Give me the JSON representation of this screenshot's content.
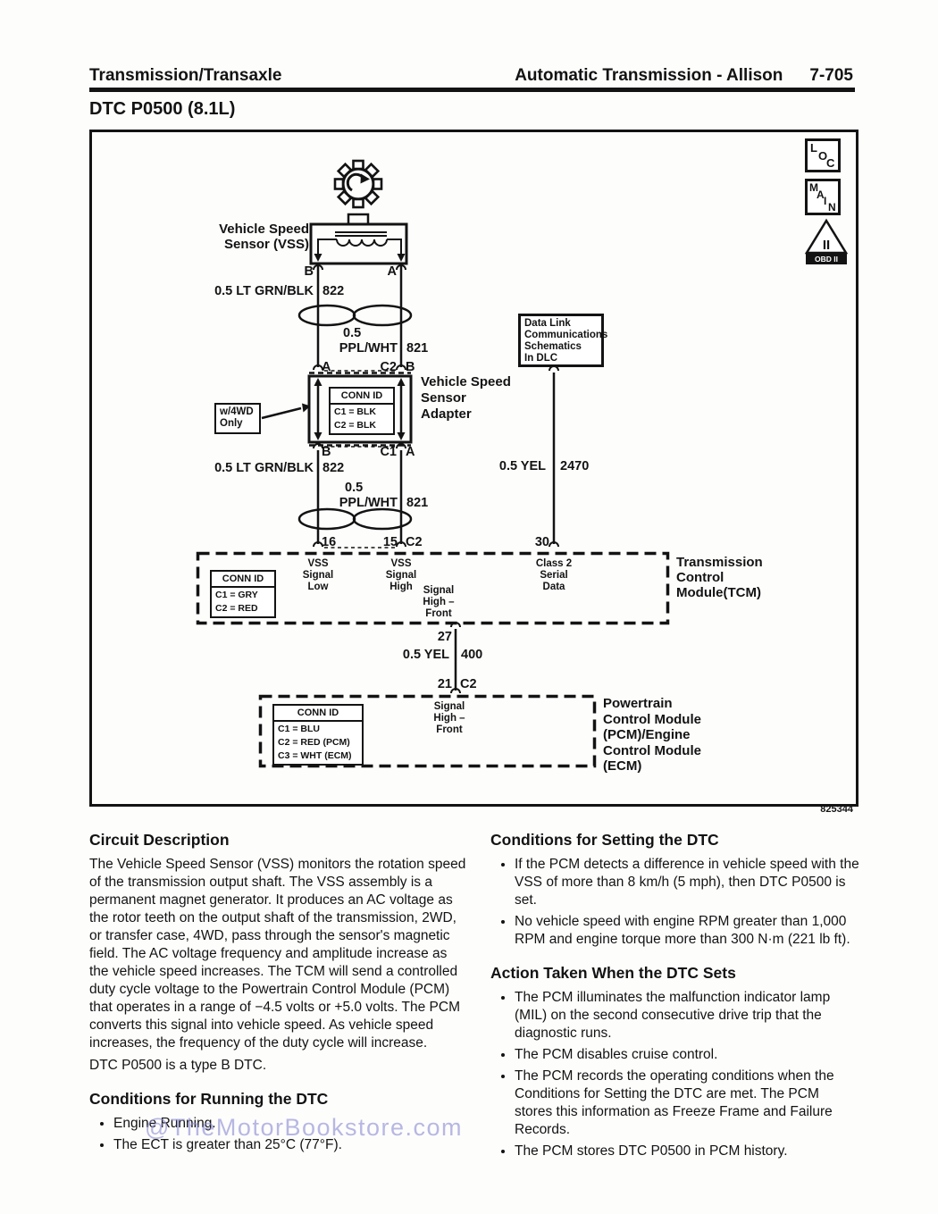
{
  "header": {
    "left": "Transmission/Transaxle",
    "right": "Automatic Transmission - Allison",
    "page": "7-705"
  },
  "title": "DTC P0500 (8.1L)",
  "figure_number": "825344",
  "watermark": "@TheMotorBookstore.com",
  "diagram": {
    "icons": {
      "loc": [
        "L",
        "O",
        "C"
      ],
      "main": [
        "M",
        "A",
        "I",
        "N"
      ],
      "obd": {
        "numeral": "II",
        "label": "OBD II"
      }
    },
    "vss": {
      "label": [
        "Vehicle Speed",
        "Sensor (VSS)"
      ],
      "pin_b": "B",
      "pin_a": "A"
    },
    "wire_grn_top": {
      "name": "0.5 LT GRN/BLK",
      "circuit": "822"
    },
    "wire_ppl_top": {
      "size": "0.5",
      "name": "PPL/WHT",
      "circuit": "821"
    },
    "adapter": {
      "pins_top": {
        "a": "A",
        "c2": "C2",
        "b": "B"
      },
      "pins_bottom": {
        "b": "B",
        "c1": "C1",
        "a": "A"
      },
      "conn": {
        "title": "CONN ID",
        "rows": [
          "C1 = BLK",
          "C2 = BLK"
        ]
      },
      "label": [
        "Vehicle Speed",
        "Sensor",
        "Adapter"
      ],
      "note": [
        "w/4WD",
        "Only"
      ]
    },
    "wire_grn_bot": {
      "name": "0.5 LT GRN/BLK",
      "circuit": "822"
    },
    "wire_ppl_bot": {
      "size": "0.5",
      "name": "PPL/WHT",
      "circuit": "821"
    },
    "datalink": {
      "label": [
        "Data Link",
        "Communications",
        "Schematics",
        "In DLC"
      ]
    },
    "wire_yel_2470": {
      "name": "0.5 YEL",
      "circuit": "2470"
    },
    "tcm": {
      "pin16": "16",
      "pin15": "15",
      "pin15_conn": "C2",
      "pin30": "30",
      "conn": {
        "title": "CONN ID",
        "rows": [
          "C1 = GRY",
          "C2 = RED"
        ]
      },
      "vss_low": [
        "VSS",
        "Signal",
        "Low"
      ],
      "vss_high": [
        "VSS",
        "Signal",
        "High"
      ],
      "sig_front": [
        "Signal",
        "High –",
        "Front"
      ],
      "class2": [
        "Class 2",
        "Serial",
        "Data"
      ],
      "name": [
        "Transmission",
        "Control",
        "Module(TCM)"
      ]
    },
    "wire_yel_400": {
      "pin27": "27",
      "name": "0.5 YEL",
      "circuit": "400",
      "pin21": "21",
      "pin21_conn": "C2"
    },
    "pcm": {
      "conn": {
        "title": "CONN ID",
        "rows": [
          "C1 = BLU",
          "C2 = RED (PCM)",
          "C3 = WHT (ECM)"
        ]
      },
      "sig_front": [
        "Signal",
        "High –",
        "Front"
      ],
      "name": [
        "Powertrain",
        "Control Module",
        "(PCM)/Engine",
        "Control Module",
        "(ECM)"
      ]
    }
  },
  "sections": {
    "circuit_description": {
      "heading": "Circuit Description",
      "body": "The Vehicle Speed Sensor (VSS) monitors the rotation speed of the transmission output shaft. The VSS assembly is a permanent magnet generator. It produces an AC voltage as the rotor teeth on the output shaft of the transmission, 2WD, or transfer case, 4WD, pass through the sensor's magnetic field. The AC voltage frequency and amplitude increase as the vehicle speed increases. The TCM will send a controlled duty cycle voltage to the Powertrain Control Module (PCM) that operates in a range of −4.5 volts or +5.0 volts. The PCM converts this signal into vehicle speed. As vehicle speed increases, the frequency of the duty cycle will increase.",
      "note": "DTC P0500 is a type B DTC."
    },
    "running": {
      "heading": "Conditions for Running the DTC",
      "bullets": [
        "Engine Running.",
        "The ECT is greater than 25°C (77°F)."
      ]
    },
    "setting": {
      "heading": "Conditions for Setting the DTC",
      "bullets": [
        "If the PCM detects a difference in vehicle speed with the VSS of more than 8 km/h (5 mph), then DTC P0500 is set.",
        "No vehicle speed with engine RPM greater than 1,000 RPM and engine torque more than 300 N·m (221 lb ft)."
      ]
    },
    "action": {
      "heading": "Action Taken When the DTC Sets",
      "bullets": [
        "The PCM illuminates the malfunction indicator lamp (MIL) on the second consecutive drive trip that the diagnostic runs.",
        "The PCM disables cruise control.",
        "The PCM records the operating conditions when the Conditions for Setting the DTC are met. The PCM stores this information as Freeze Frame and Failure Records.",
        "The PCM stores DTC P0500 in PCM history."
      ]
    }
  }
}
